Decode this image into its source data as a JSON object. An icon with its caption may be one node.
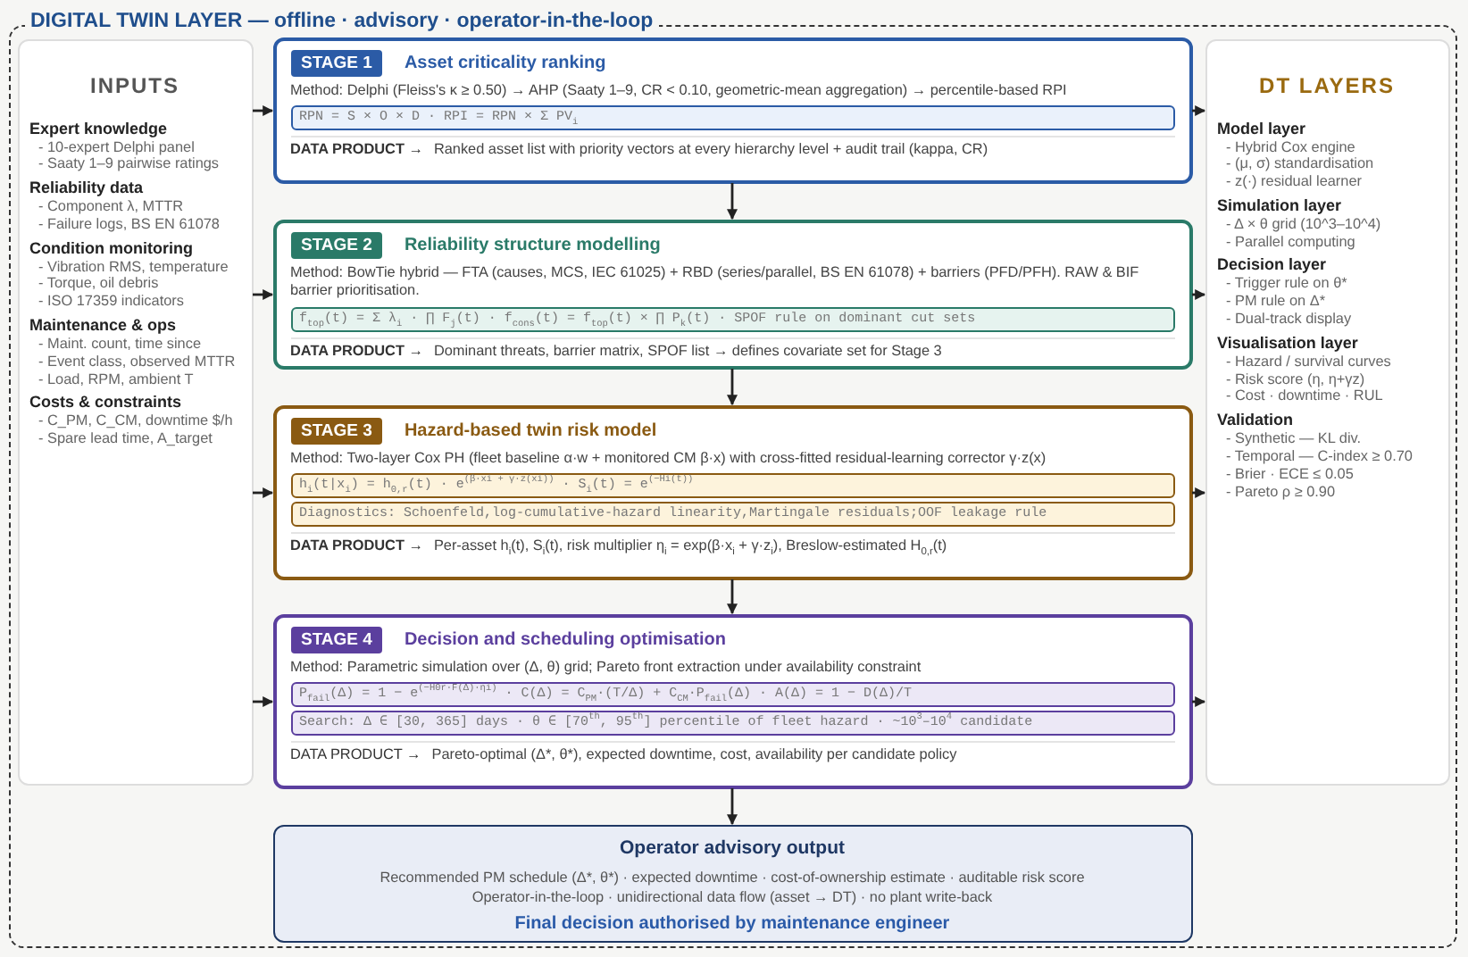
{
  "diagram": {
    "title": "DIGITAL TWIN LAYER — offline · advisory · operator-in-the-loop",
    "nodes": [
      {
        "text": [],
        "shape": "box"
      },
      {
        "text": [
          "INPUTS",
          "Expert knowledge",
          "- 10-expert Delphi panel",
          "- Saaty 1–9 pairwise ratings",
          "Reliability data",
          "- Component λ, MTTR",
          "- Failure logs, BS EN 61078",
          "Condition monitoring",
          "- Vibration RMS, temperature",
          "- Torque, oil debris",
          "- ISO 17359 indicators",
          "Maintenance & ops",
          "- Maint. count, time since",
          "- Event class, observed MTTR",
          "- Load, RPM, ambient T",
          "Costs & constraints",
          "- C_PM, C_CM, downtime $/h",
          "- Spare lead time, A_target"
        ],
        "in": 0
      },
      {
        "text": [
          "STAGE 1",
          "Asset criticality ranking",
          "Method: Delphi (Fleiss's κ ≥ 0.50) → AHP (Saaty 1–9, CR < 0.10, geometric-mean aggregation) → percentile-based RPI",
          "DATA PRODUCT →",
          "Ranked asset list with priority vectors at every hierarchy level + audit trail (kappa, CR)"
        ],
        "in": 0
      },
      {
        "text": [
          "RPN = S × O × D · RPI = RPN × Σ PV$_{i}$"
        ],
        "in": 2
      },
      {
        "text": [
          "STAGE 2",
          "Reliability structure modelling",
          "Method: BowTie hybrid — FTA (causes, MCS, IEC 61025) + RBD (series/parallel, BS EN 61078) + barriers (PFD/PFH). RAW & BIF barrier prioritisation.",
          "DATA PRODUCT →",
          "Dominant threats, barrier matrix, SPOF list → defines covariate set for Stage 3"
        ],
        "in": 0
      },
      {
        "text": [
          "f$_{top}$(t) = Σ λ$_{i}$ · ∏ F$_{j}$(t) · f$_{cons}$(t) = f$_{top}$(t) × ∏ P$_{k}$(t) · SPOF rule on dominant cut sets"
        ],
        "in": 4
      },
      {
        "text": [
          "STAGE 3",
          "Hazard-based twin risk model",
          "Method: Two-layer Cox PH (fleet baseline α·w + monitored CM β·x) with cross-fitted residual-learning corrector γ·z(x)",
          "DATA PRODUCT →",
          "Per-asset h$_{i}$(t), S$_{i}$(t), risk multiplier η$_{i}$ = exp(β·x$_{i}$ + γ·z$_{i}$), Breslow-estimated H$_{0,r}$(t)"
        ],
        "in": 0
      },
      {
        "text": [
          "h$_{i}$(t|x$_{i}$) = h$_{0,r}$(t) · e$^{(β·xi + γ·z(xi))}$ · S$_{i}$(t) = e$^{(−Hi(t))}$"
        ],
        "in": 6
      },
      {
        "text": [
          "Diagnostics: Schoenfeld,log-cumulative-hazard linearity,Martingale residuals;OOF leakage rule"
        ],
        "in": 6
      },
      {
        "text": [
          "STAGE 4",
          "Decision and scheduling optimisation",
          "Method: Parametric simulation over (Δ, θ) grid; Pareto front extraction under availability constraint",
          "DATA PRODUCT →",
          "Pareto-optimal (Δ*, θ*), expected downtime, cost, availability per candidate policy"
        ],
        "in": 0
      },
      {
        "text": [
          "P$_{fail}$(Δ) = 1 − e$^{(−H0r·F(Δ)·ηi)}$ · C(Δ) = C$_{PM}$·(T/Δ) + C$_{CM}$·P$_{fail}$(Δ) · A(Δ) = 1 − D(Δ)/T"
        ],
        "in": 9
      },
      {
        "text": [
          "Search: Δ ∈ [30, 365] days · θ ∈ [70$^{th}$, 95$^{th}$] percentile of fleet hazard · ~10$^{3}$–10$^{4}$ candidate"
        ],
        "in": 9
      },
      {
        "text": [
          "Operator advisory output",
          "Recommended PM schedule (Δ*, θ*) · expected downtime · cost-of-ownership estimate · auditable risk score",
          "Operator-in-the-loop · unidirectional data flow (asset → DT) · no plant write-back",
          "Final decision authorised by maintenance engineer"
        ],
        "in": 0
      },
      {
        "text": [
          "DT LAYERS",
          "Model layer",
          "- Hybrid Cox engine",
          "- (μ, σ) standardisation",
          "- z(·) residual learner",
          "Simulation layer",
          "- Δ × θ grid (10^3–10^4)",
          "- Parallel computing",
          "Decision layer",
          "- Trigger rule on θ*",
          "- PM rule on Δ*",
          "- Dual-track display",
          "Visualisation layer",
          "- Hazard / survival curves",
          "- Risk score (η, η+γz)",
          "- Cost · downtime · RUL",
          "Validation",
          "- Synthetic — KL div.",
          "- Temporal — C-index ≥ 0.70",
          "- Brier · ECE ≤ 0.05",
          "- Pareto ρ ≥ 0.90"
        ],
        "in": 0
      }
    ],
    "edges": [
      {
        "from": 2,
        "to": 4,
        "arrow": "to"
      },
      {
        "from": 4,
        "to": 6,
        "arrow": "to"
      },
      {
        "from": 6,
        "to": 9,
        "arrow": "to"
      },
      {
        "from": 9,
        "to": 12,
        "arrow": "to"
      },
      {
        "from": 1,
        "to": 2,
        "arrow": "to"
      },
      {
        "from": 1,
        "to": 4,
        "arrow": "to"
      },
      {
        "from": 1,
        "to": 6,
        "arrow": "to"
      },
      {
        "from": 1,
        "to": 9,
        "arrow": "to"
      },
      {
        "from": 2,
        "to": 13,
        "arrow": "to"
      },
      {
        "from": 4,
        "to": 13,
        "arrow": "to"
      },
      {
        "from": 6,
        "to": 13,
        "arrow": "to"
      },
      {
        "from": 9,
        "to": 13,
        "arrow": "to"
      }
    ]
  }
}
